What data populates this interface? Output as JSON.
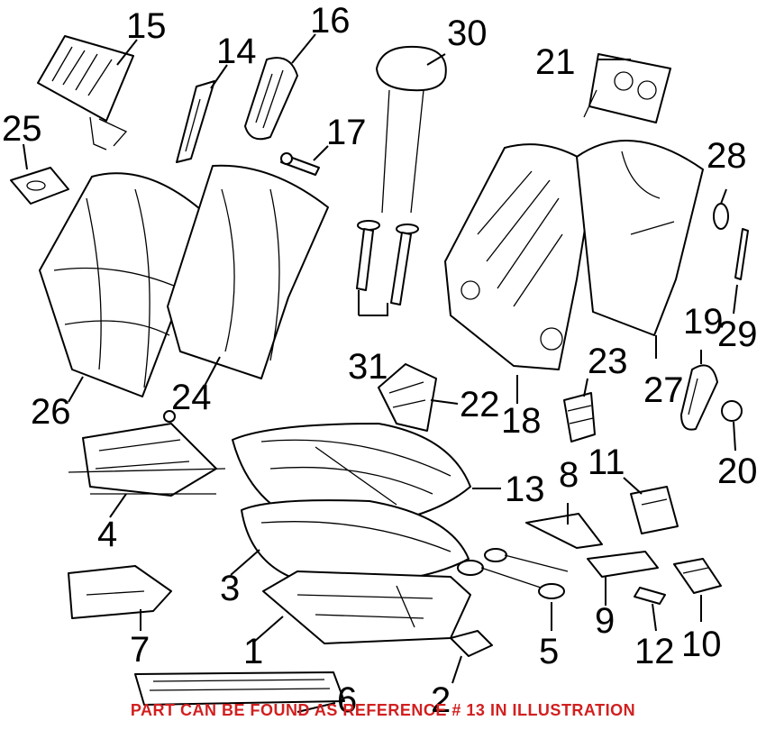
{
  "diagram": {
    "callouts": [
      {
        "id": "c1",
        "label": "1"
      },
      {
        "id": "c2",
        "label": "2"
      },
      {
        "id": "c3",
        "label": "3"
      },
      {
        "id": "c4",
        "label": "4"
      },
      {
        "id": "c5",
        "label": "5"
      },
      {
        "id": "c6",
        "label": "6"
      },
      {
        "id": "c7",
        "label": "7"
      },
      {
        "id": "c8",
        "label": "8"
      },
      {
        "id": "c9",
        "label": "9"
      },
      {
        "id": "c10",
        "label": "10"
      },
      {
        "id": "c11",
        "label": "11"
      },
      {
        "id": "c12",
        "label": "12"
      },
      {
        "id": "c13",
        "label": "13"
      },
      {
        "id": "c14",
        "label": "14"
      },
      {
        "id": "c15",
        "label": "15"
      },
      {
        "id": "c16",
        "label": "16"
      },
      {
        "id": "c17",
        "label": "17"
      },
      {
        "id": "c18",
        "label": "18"
      },
      {
        "id": "c19",
        "label": "19"
      },
      {
        "id": "c20",
        "label": "20"
      },
      {
        "id": "c21",
        "label": "21"
      },
      {
        "id": "c22",
        "label": "22"
      },
      {
        "id": "c23",
        "label": "23"
      },
      {
        "id": "c24",
        "label": "24"
      },
      {
        "id": "c25",
        "label": "25"
      },
      {
        "id": "c26",
        "label": "26"
      },
      {
        "id": "c27",
        "label": "27"
      },
      {
        "id": "c28",
        "label": "28"
      },
      {
        "id": "c29",
        "label": "29"
      },
      {
        "id": "c30",
        "label": "30"
      },
      {
        "id": "c31",
        "label": "31"
      }
    ],
    "caption": "PART CAN BE FOUND AS REFERENCE # 13 IN ILLUSTRATION",
    "caption_color": "#d21f1f"
  }
}
